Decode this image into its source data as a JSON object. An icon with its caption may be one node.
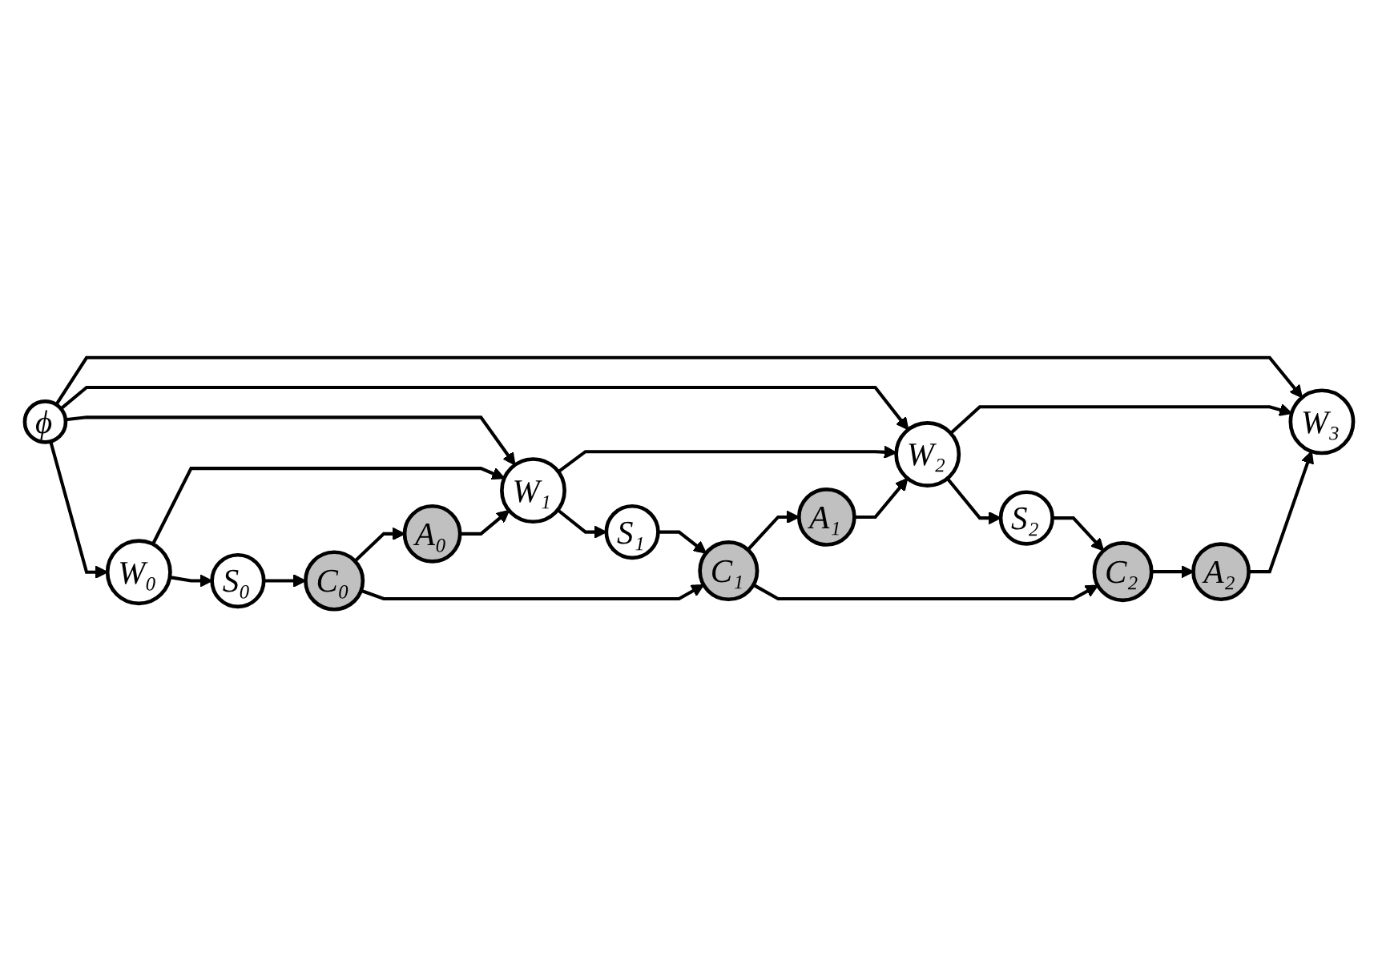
{
  "diagram": {
    "nodes": [
      {
        "text": [
          "ϕ"
        ]
      },
      {
        "text": [
          "W₀"
        ]
      },
      {
        "text": [
          "W₁"
        ]
      },
      {
        "text": [
          "W₂"
        ]
      },
      {
        "text": [
          "W₃"
        ]
      },
      {
        "text": [
          "S₀"
        ]
      },
      {
        "text": [
          "A₀"
        ]
      },
      {
        "text": [
          "S₁"
        ]
      },
      {
        "text": [
          "A₁"
        ]
      },
      {
        "text": [
          "S₂"
        ]
      },
      {
        "text": [
          "A₂"
        ]
      },
      {
        "text": [
          "C₀"
        ]
      },
      {
        "text": [
          "C₁"
        ]
      },
      {
        "text": [
          "C₂"
        ]
      }
    ],
    "edges": [
      {
        "from": 0,
        "to": 1,
        "arrow": "to"
      },
      {
        "from": 0,
        "to": 2,
        "arrow": "to"
      },
      {
        "from": 0,
        "to": 3,
        "arrow": "to"
      },
      {
        "from": 0,
        "to": 4,
        "arrow": "to"
      },
      {
        "from": 1,
        "to": 2,
        "arrow": "to"
      },
      {
        "from": 2,
        "to": 3,
        "arrow": "to"
      },
      {
        "from": 3,
        "to": 4,
        "arrow": "to"
      },
      {
        "from": 1,
        "to": 5,
        "arrow": "to"
      },
      {
        "from": 5,
        "to": 11,
        "arrow": "to"
      },
      {
        "from": 11,
        "to": 6,
        "arrow": "to"
      },
      {
        "from": 6,
        "to": 2,
        "arrow": "to"
      },
      {
        "from": 2,
        "to": 7,
        "arrow": "to"
      },
      {
        "from": 7,
        "to": 12,
        "arrow": "to"
      },
      {
        "from": 12,
        "to": 8,
        "arrow": "to"
      },
      {
        "from": 8,
        "to": 3,
        "arrow": "to"
      },
      {
        "from": 3,
        "to": 9,
        "arrow": "to"
      },
      {
        "from": 9,
        "to": 13,
        "arrow": "to"
      },
      {
        "from": 13,
        "to": 10,
        "arrow": "to"
      },
      {
        "from": 10,
        "to": 4,
        "arrow": "to"
      },
      {
        "from": 11,
        "to": 12,
        "arrow": "to"
      },
      {
        "from": 12,
        "to": 13,
        "arrow": "to"
      }
    ]
  }
}
